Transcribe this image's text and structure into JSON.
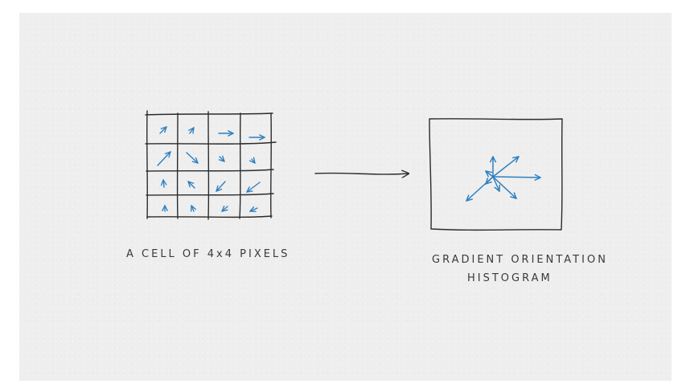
{
  "left_caption": "A CELL OF 4x4 PIXELS",
  "right_caption_line1": "GRADIENT ORIENTATION",
  "right_caption_line2": "HISTOGRAM",
  "colors": {
    "ink": "#2b2b2b",
    "arrow": "#2e7fbf",
    "paper": "#eeeeee"
  },
  "cell_grid": {
    "rows": 4,
    "cols": 4
  }
}
